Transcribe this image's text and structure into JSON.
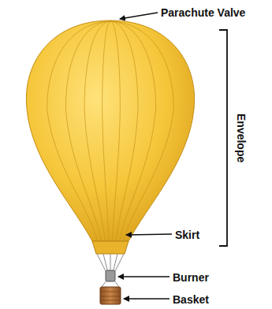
{
  "diagram": {
    "labels": [
      "Parachute Valve",
      "Envelope",
      "Skirt",
      "Burner",
      "Basket"
    ]
  }
}
